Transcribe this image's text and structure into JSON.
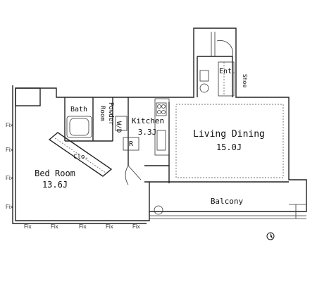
{
  "rooms": {
    "living_dining": {
      "name": "Living Dining",
      "area": "15.0J"
    },
    "bed_room": {
      "name": "Bed Room",
      "area": "13.6J"
    },
    "kitchen": {
      "name": "Kitchen",
      "area": "3.3J"
    },
    "bath": {
      "name": "Bath"
    },
    "powder_room_line1": "Powder",
    "powder_room_line2": "Room",
    "entrance": {
      "name": "Ent."
    },
    "shoe": {
      "name": "Shoe"
    },
    "closet": {
      "name": "Clo."
    },
    "balcony": {
      "name": "Balcony"
    }
  },
  "fixtures": {
    "washer": "W/D",
    "refrigerator": "R"
  },
  "fix_windows": {
    "left": [
      "Fix",
      "Fix",
      "Fix",
      "Fix"
    ],
    "bottom": [
      "Fix",
      "Fix",
      "Fix",
      "Fix",
      "Fix"
    ]
  },
  "north_icon": "north-arrow-icon"
}
